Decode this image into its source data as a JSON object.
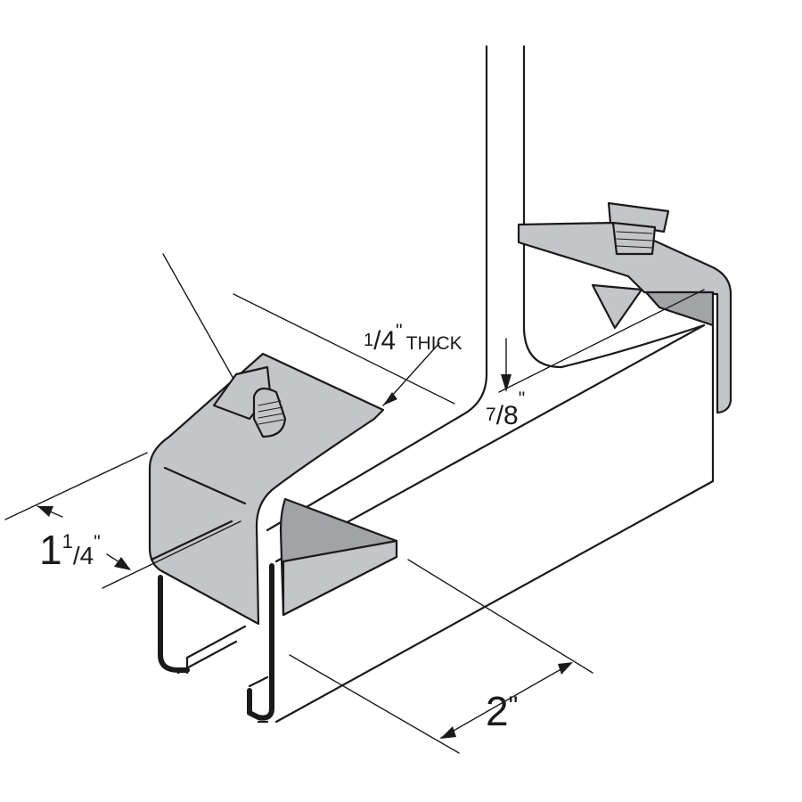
{
  "diagram": {
    "subject": "Beam clamp assembly on strut channel",
    "colors": {
      "clamp_fill": "#c4c5c8",
      "clamp_shadow": "#a2a3a6",
      "line": "#1a1a1a",
      "background": "#ffffff"
    },
    "dimensions": {
      "thickness": {
        "num": "1",
        "den": "4",
        "unit": "\"",
        "suffix": "THICK"
      },
      "bite": {
        "num": "7",
        "den": "8",
        "unit": "\""
      },
      "width": {
        "whole": "1",
        "num": "1",
        "den": "4",
        "unit": "\""
      },
      "length": {
        "value": "2",
        "unit": "\""
      }
    }
  }
}
